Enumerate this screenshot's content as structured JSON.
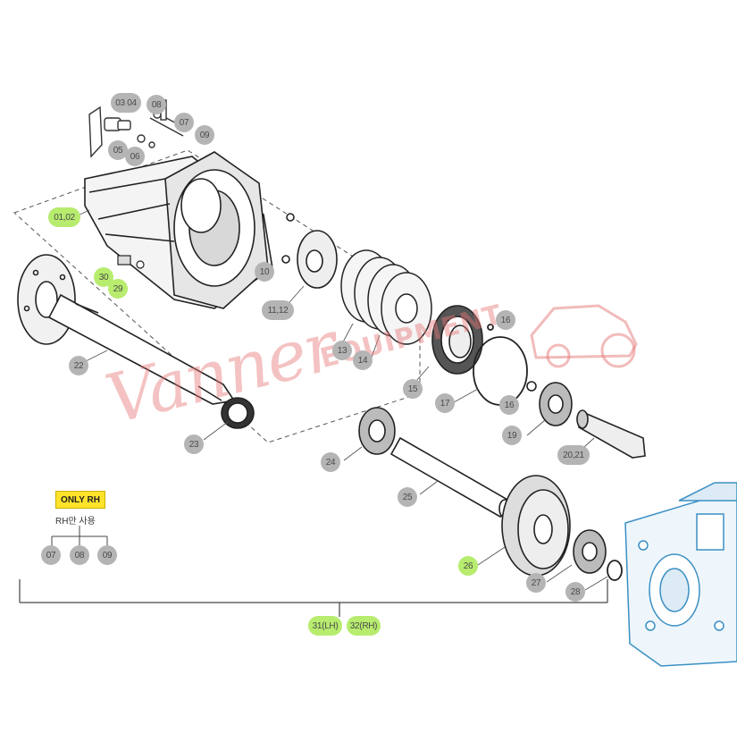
{
  "callouts": {
    "c0304": "03 04",
    "c08a": "08",
    "c07a": "07",
    "c09a": "09",
    "c05": "05",
    "c06": "06",
    "c0102": "01,02",
    "c30": "30",
    "c29": "29",
    "c10": "10",
    "c1112": "11,12",
    "c13": "13",
    "c14": "14",
    "c15": "15",
    "c16a": "16",
    "c16b": "16",
    "c17": "17",
    "c19": "19",
    "c2021": "20,21",
    "c22": "22",
    "c23": "23",
    "c24": "24",
    "c25": "25",
    "c26": "26",
    "c27": "27",
    "c28": "28",
    "c07b": "07",
    "c08b": "08",
    "c09b": "09"
  },
  "assembly": {
    "lh": "31(LH)",
    "rh": "32(RH)"
  },
  "only_rh_label": "ONLY RH",
  "rh_note": "RH만 사용",
  "watermark": {
    "main": "Vanner",
    "sub": "EQUIPMENT"
  },
  "colors": {
    "highlight": "#b7ec6e",
    "callout": "#b4b4b4",
    "yellow": "#ffe32a",
    "watermark": "#e67878",
    "blueprint": "#3a8fc4"
  }
}
